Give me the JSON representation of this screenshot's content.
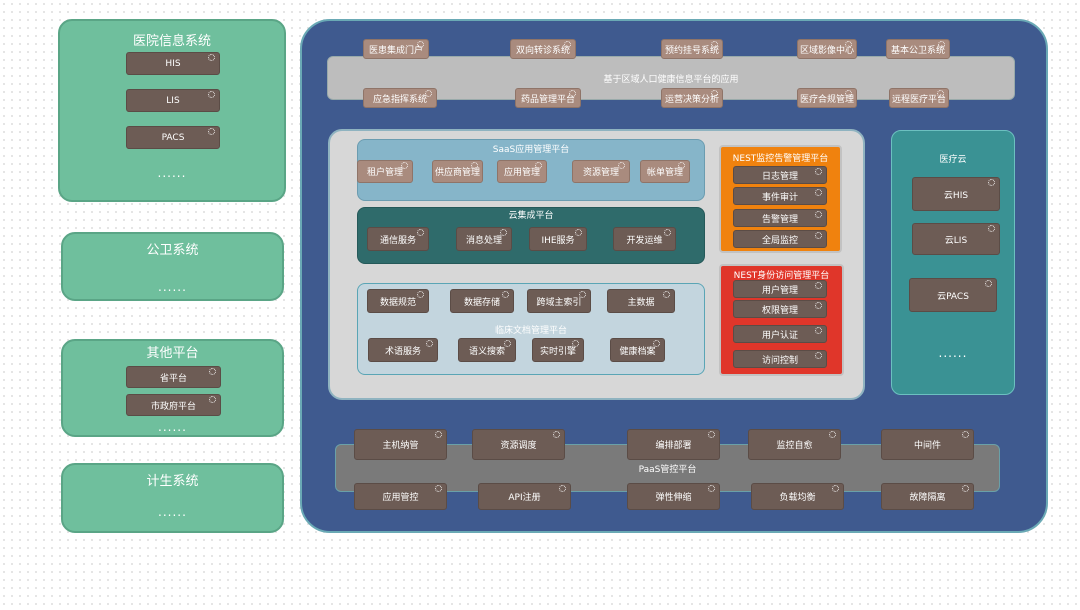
{
  "left": {
    "hospital": {
      "title": "医院信息系统",
      "items": [
        "HIS",
        "LIS",
        "PACS"
      ],
      "more": "......"
    },
    "public_health": {
      "title": "公卫系统",
      "more": "......"
    },
    "other": {
      "title": "其他平台",
      "items": [
        "省平台",
        "市政府平台"
      ],
      "more": "......"
    },
    "family_planning": {
      "title": "计生系统",
      "more": "......"
    }
  },
  "apps": {
    "band_label": "基于区域人口健康信息平台的应用",
    "top": [
      "医患集成门户",
      "双向转诊系统",
      "预约挂号系统",
      "区域影像中心",
      "基本公卫系统"
    ],
    "bottom": [
      "应急指挥系统",
      "药品管理平台",
      "运营决策分析",
      "医疗合规管理",
      "远程医疗平台"
    ]
  },
  "saas": {
    "title": "SaaS应用管理平台",
    "items": [
      "租户管理",
      "供应商管理",
      "应用管理",
      "资源管理",
      "帐单管理"
    ]
  },
  "cloud_integration": {
    "title": "云集成平台",
    "items": [
      "通信服务",
      "消息处理",
      "IHE服务",
      "开发运维"
    ]
  },
  "clinical": {
    "title": "临床文档管理平台",
    "top": [
      "数据规范",
      "数据存储",
      "跨域主索引",
      "主数据"
    ],
    "bottom": [
      "术语服务",
      "语义搜索",
      "实时引擎",
      "健康档案"
    ]
  },
  "nest_monitor": {
    "title": "NEST监控告警管理平台",
    "items": [
      "日志管理",
      "事件审计",
      "告警管理",
      "全局监控"
    ]
  },
  "nest_identity": {
    "title": "NEST身份访问管理平台",
    "items": [
      "用户管理",
      "权限管理",
      "用户认证",
      "访问控制"
    ]
  },
  "medical_cloud": {
    "title": "医疗云",
    "items": [
      "云HIS",
      "云LIS",
      "云PACS"
    ],
    "more": "......"
  },
  "paas": {
    "title": "PaaS管控平台",
    "top": [
      "主机纳管",
      "资源调度",
      "编排部署",
      "监控自愈",
      "中间件"
    ],
    "bottom": [
      "应用管控",
      "API注册",
      "弹性伸缩",
      "负载均衡",
      "故障隔离"
    ]
  }
}
